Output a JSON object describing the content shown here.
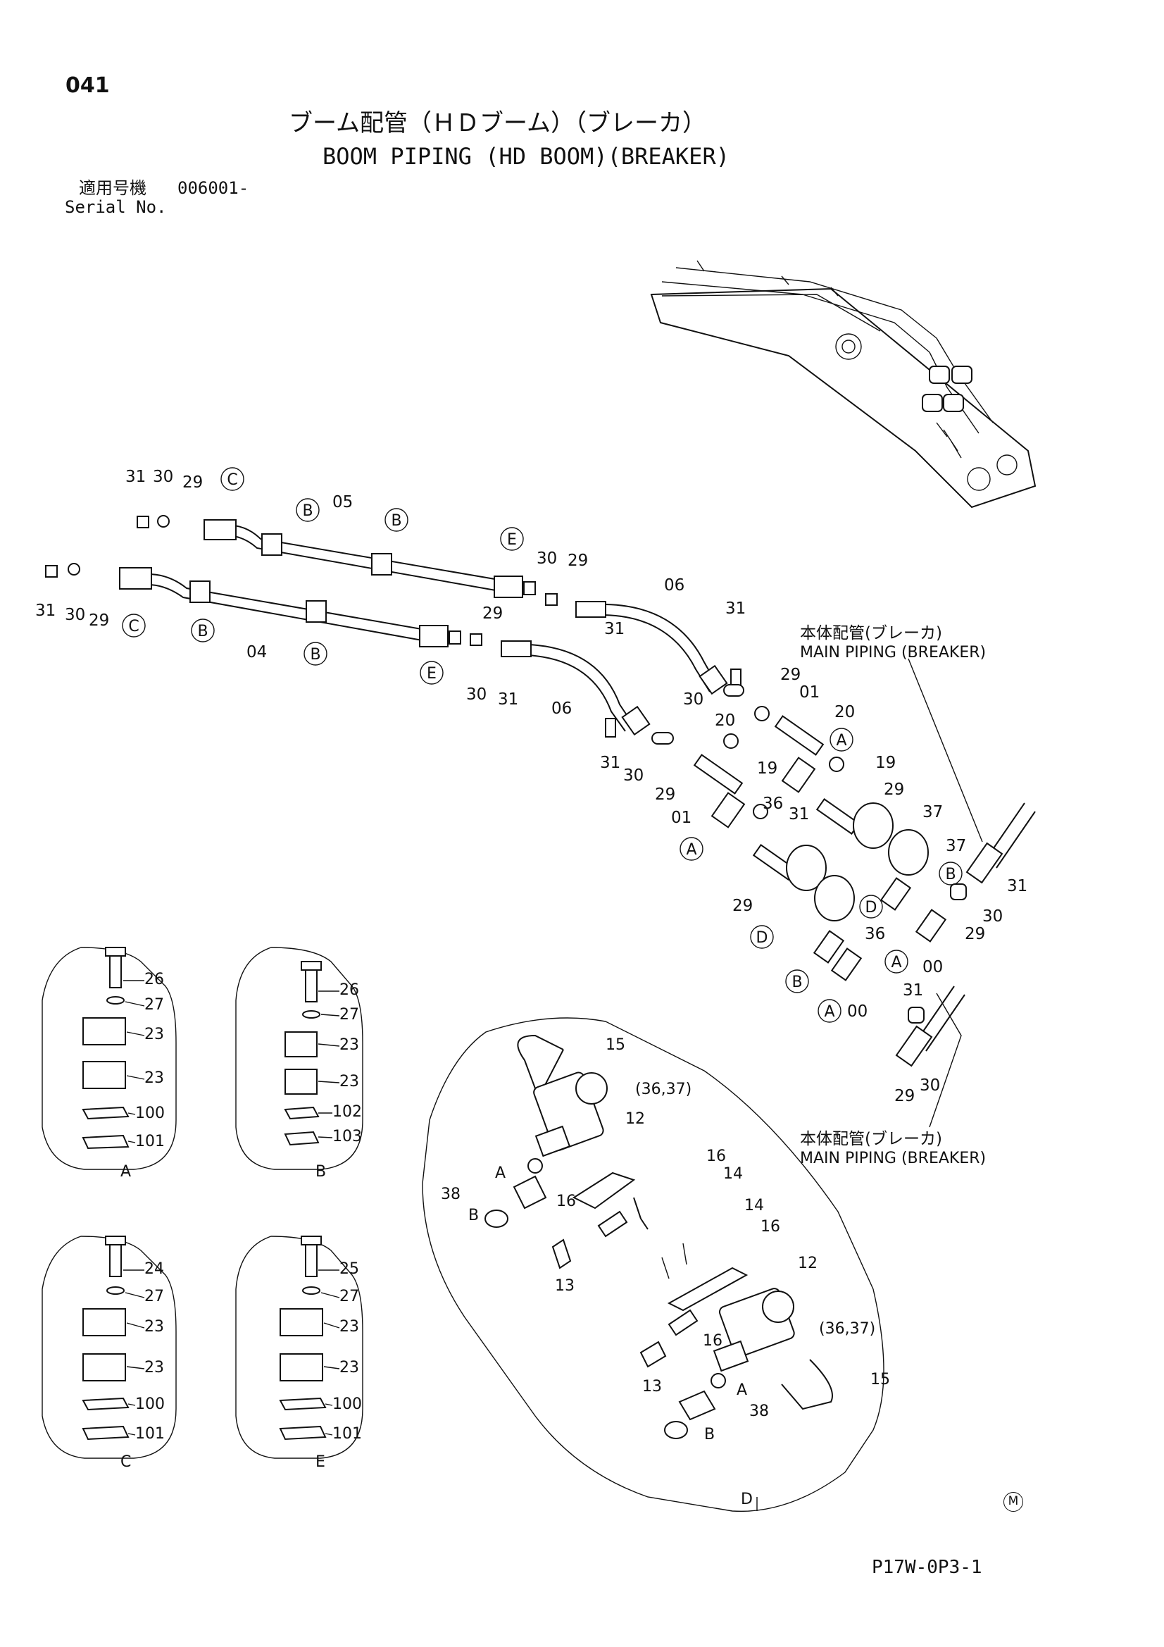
{
  "page_number": "041",
  "title_jp": "ブーム配管（ＨＤブーム）（ブレーカ）",
  "title_en": "BOOM PIPING (HD BOOM)(BREAKER)",
  "serial_label_jp": "適用号機",
  "serial_value": "006001-",
  "serial_label_en": "Serial No.",
  "main_piping_jp": "本体配管(ブレーカ)",
  "main_piping_en": "MAIN PIPING (BREAKER)",
  "footer_code": "P17W-0P3-1",
  "mark": "M",
  "callout_letters": {
    "A": "A",
    "B": "B",
    "C": "C",
    "D": "D",
    "E": "E"
  },
  "detail_labels": [
    "A",
    "B",
    "C",
    "E",
    "D"
  ],
  "detail_A": [
    "26",
    "27",
    "23",
    "23",
    "100",
    "101"
  ],
  "detail_B": [
    "26",
    "27",
    "23",
    "23",
    "102",
    "103"
  ],
  "detail_C": [
    "24",
    "27",
    "23",
    "23",
    "100",
    "101"
  ],
  "detail_E": [
    "25",
    "27",
    "23",
    "23",
    "100",
    "101"
  ],
  "detail_D": [
    "15",
    "(36,37)",
    "12",
    "16",
    "14",
    "A",
    "38",
    "B",
    "16",
    "13",
    "14",
    "16",
    "12",
    "(36,37)",
    "16",
    "13",
    "A",
    "15",
    "38",
    "B"
  ],
  "main_labels": [
    "31",
    "30",
    "29",
    "05",
    "31",
    "30",
    "29",
    "04",
    "30",
    "29",
    "06",
    "31",
    "29",
    "31",
    "30",
    "31",
    "06",
    "29",
    "01",
    "20",
    "30",
    "20",
    "19",
    "31",
    "30",
    "29",
    "19",
    "01",
    "29",
    "37",
    "36",
    "31",
    "37",
    "31",
    "30",
    "29",
    "29",
    "36",
    "00",
    "31",
    "00",
    "29",
    "30"
  ]
}
